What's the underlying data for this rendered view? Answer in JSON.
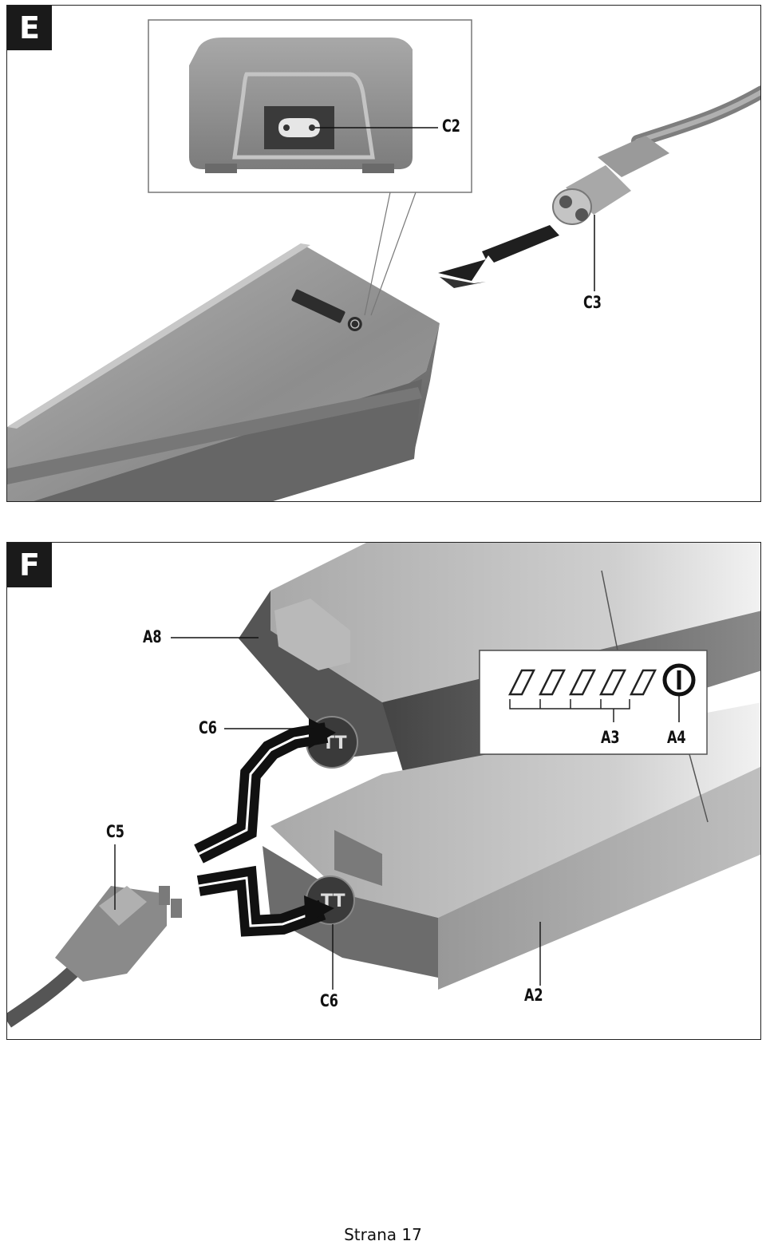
{
  "panel_e": {
    "letter": "E",
    "labels": {
      "c2": "C2",
      "c3": "C3"
    }
  },
  "panel_f": {
    "letter": "F",
    "labels": {
      "a8": "A8",
      "c6_top": "C6",
      "c5": "C5",
      "c6_bottom": "C6",
      "a3": "A3",
      "a4": "A4",
      "a2": "A2"
    }
  },
  "footer": {
    "page_number": "Strana 17"
  },
  "colors": {
    "device_top": "#8e8e8e",
    "device_side": "#6f6f6f",
    "arrow": "#1f1f1f",
    "label": "#111111"
  }
}
